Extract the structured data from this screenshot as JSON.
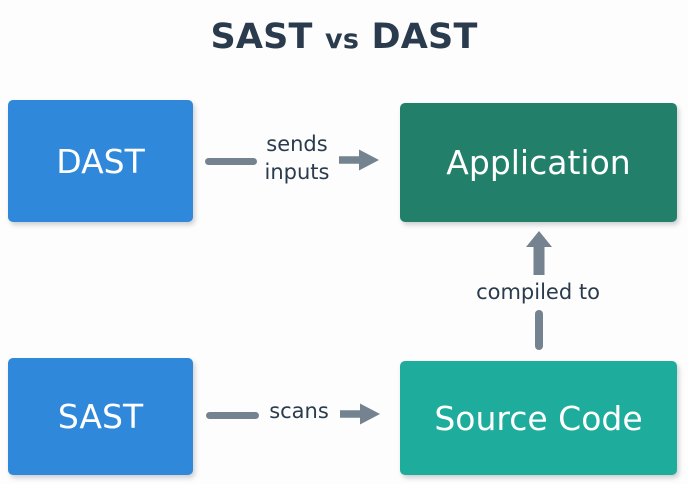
{
  "diagram": {
    "title_main_1": "SAST",
    "title_connector": "vs",
    "title_main_2": "DAST",
    "title_full": "SAST vs DAST",
    "background_color": "#fdfdfd",
    "title_color": "#2b3b4e",
    "connector_color": "#74838f",
    "nodes": [
      {
        "id": "dast",
        "label": "DAST",
        "color": "#2f88da",
        "text_color": "#ffffff"
      },
      {
        "id": "application",
        "label": "Application",
        "color": "#217f6a",
        "text_color": "#ffffff"
      },
      {
        "id": "sast",
        "label": "SAST",
        "color": "#2f88da",
        "text_color": "#ffffff"
      },
      {
        "id": "source_code",
        "label": "Source Code",
        "color": "#1eac9c",
        "text_color": "#ffffff"
      }
    ],
    "edges": [
      {
        "id": "dast-to-application",
        "from": "dast",
        "to": "application",
        "label_line1": "sends",
        "label_line2": "inputs",
        "direction": "right"
      },
      {
        "id": "source-to-application",
        "from": "source_code",
        "to": "application",
        "label_line1": "compiled to",
        "label_line2": "",
        "direction": "up"
      },
      {
        "id": "sast-to-source",
        "from": "sast",
        "to": "source_code",
        "label_line1": "scans",
        "label_line2": "",
        "direction": "right"
      }
    ]
  }
}
